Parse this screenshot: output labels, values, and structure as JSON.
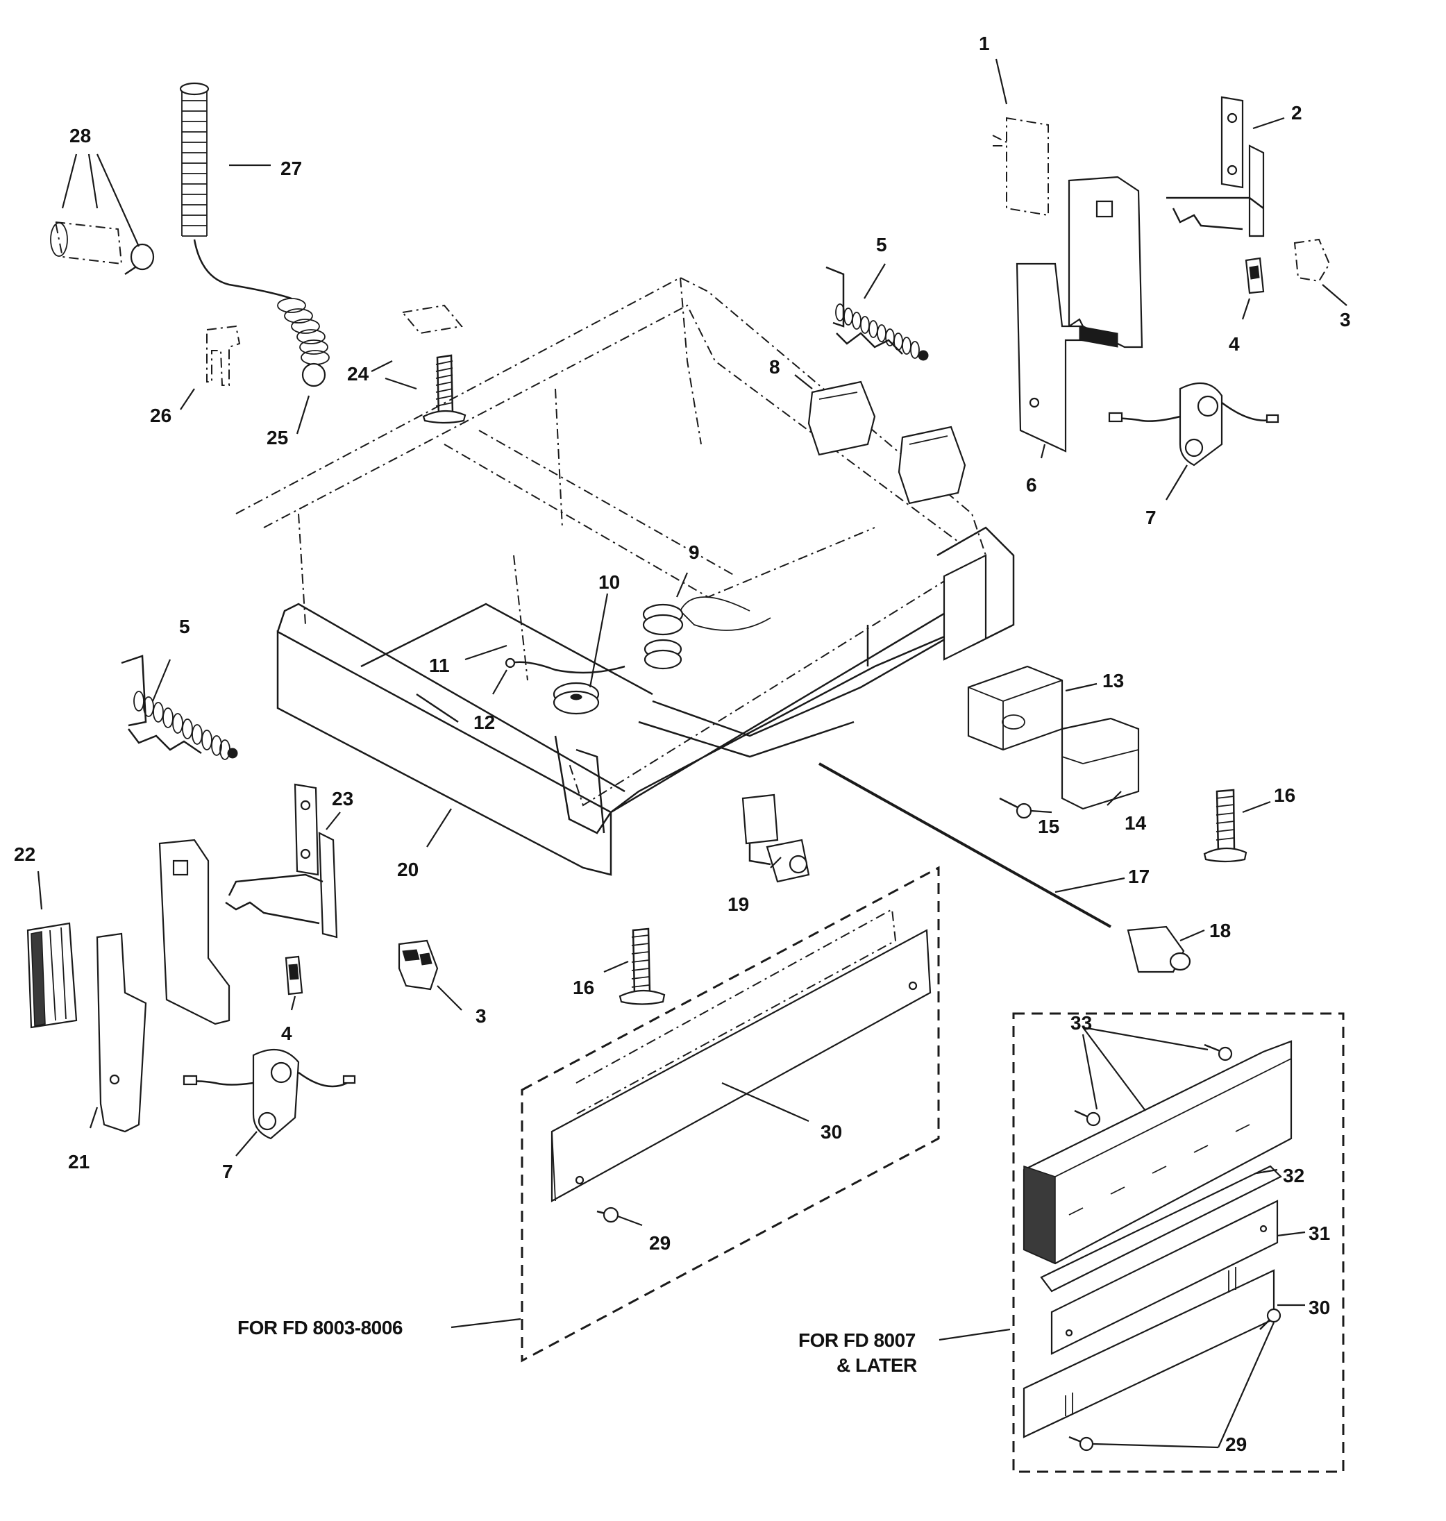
{
  "callouts": {
    "c1": "1",
    "c2": "2",
    "c3a": "3",
    "c4a": "4",
    "c5a": "5",
    "c6": "6",
    "c7a": "7",
    "c8": "8",
    "c9": "9",
    "c10": "10",
    "c11": "11",
    "c12": "12",
    "c13": "13",
    "c14": "14",
    "c15": "15",
    "c16a": "16",
    "c17": "17",
    "c18": "18",
    "c19": "19",
    "c20": "20",
    "c21": "21",
    "c22": "22",
    "c23": "23",
    "c24": "24",
    "c25": "25",
    "c26": "26",
    "c27": "27",
    "c28": "28",
    "c5b": "5",
    "c4b": "4",
    "c3b": "3",
    "c7b": "7",
    "c16b": "16",
    "c29a": "29",
    "c30a": "30",
    "c33": "33",
    "c32": "32",
    "c31": "31",
    "c30b": "30",
    "c29b": "29"
  },
  "notes": {
    "left_line1": "FOR FD 8003-8006",
    "right_line1": "FOR FD 8007",
    "right_line2": "& LATER"
  }
}
